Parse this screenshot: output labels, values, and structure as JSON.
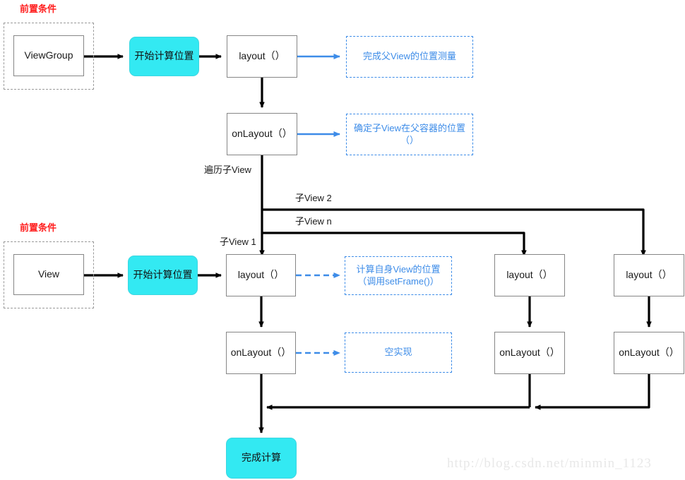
{
  "diagram": {
    "title": "Android View layout flow",
    "colors": {
      "accent_cyan": "#33e9f2",
      "accent_blue": "#3d8ce8",
      "precondition_red": "#ff2020",
      "box_border_gray": "#868686",
      "dash_group_gray": "#9a9a9a",
      "edge_black": "#000000",
      "watermark_gray": "#e8e8e8"
    },
    "preconditions": [
      {
        "label": "前置条件",
        "inner_node": "ViewGroup"
      },
      {
        "label": "前置条件",
        "inner_node": "View"
      }
    ],
    "nodes": {
      "start_top": "开始计算位置",
      "vg_layout": "layout（）",
      "vg_onlayout": "onLayout（）",
      "start_bottom": "开始计算位置",
      "v_layout": "layout（）",
      "v_onlayout": "onLayout（）",
      "mid_layout": "layout（）",
      "mid_onlayout": "onLayout（）",
      "right_layout": "layout（）",
      "right_onlayout": "onLayout（）",
      "finish": "完成计算"
    },
    "notes": {
      "note_parent_measure": "完成父View的位置测量",
      "note_child_position_line1": "确定子View在父容器的位置",
      "note_child_position_line2": "（）",
      "note_self_position_line1": "计算自身View的位置",
      "note_self_position_line2": "（调用setFrame()）",
      "note_empty_impl": "空实现"
    },
    "edge_labels": {
      "traverse_children": "遍历子View",
      "child_view_1": "子View 1",
      "child_view_2": "子View 2",
      "child_view_n": "子View n"
    },
    "watermark": "http://blog.csdn.net/minmin_1123"
  }
}
